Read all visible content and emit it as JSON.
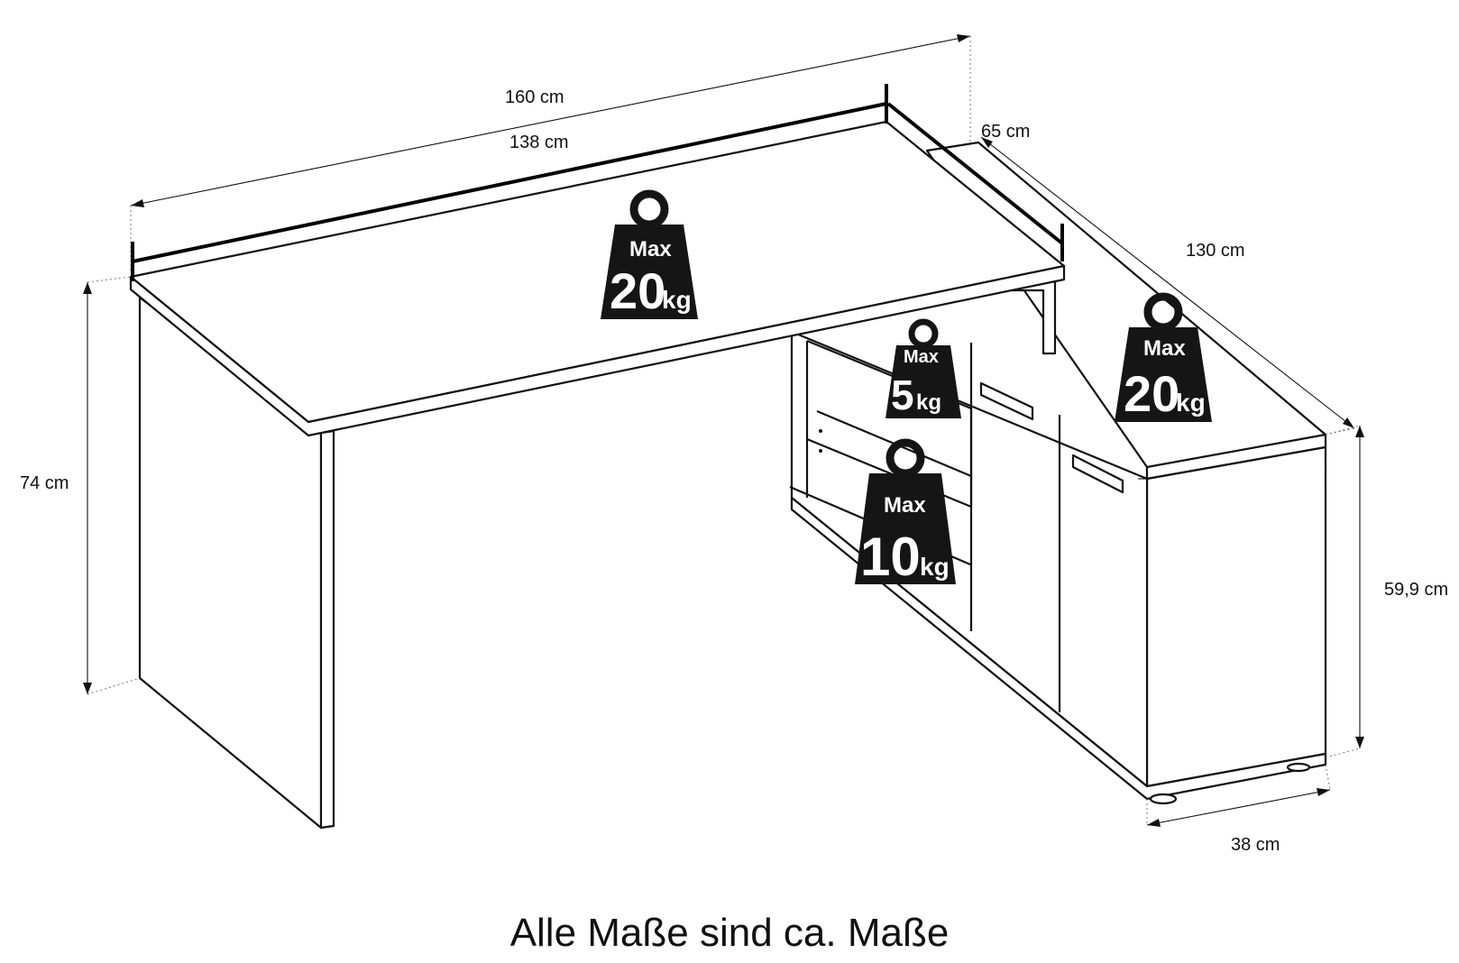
{
  "dimensions": {
    "total_width": "160 cm",
    "desk_width": "138 cm",
    "depth": "65 cm",
    "return_length": "130 cm",
    "height": "74 cm",
    "cabinet_height": "59,9 cm",
    "cabinet_depth": "38 cm"
  },
  "load_limits": {
    "desktop": {
      "label": "Max",
      "value": "20",
      "unit": "kg"
    },
    "shelf_top": {
      "label": "Max",
      "value": "5",
      "unit": "kg"
    },
    "shelf_bottom": {
      "label": "Max",
      "value": "10",
      "unit": "kg"
    },
    "cabinet_top": {
      "label": "Max",
      "value": "20",
      "unit": "kg"
    }
  },
  "footer": "Alle Maße sind ca. Maße"
}
